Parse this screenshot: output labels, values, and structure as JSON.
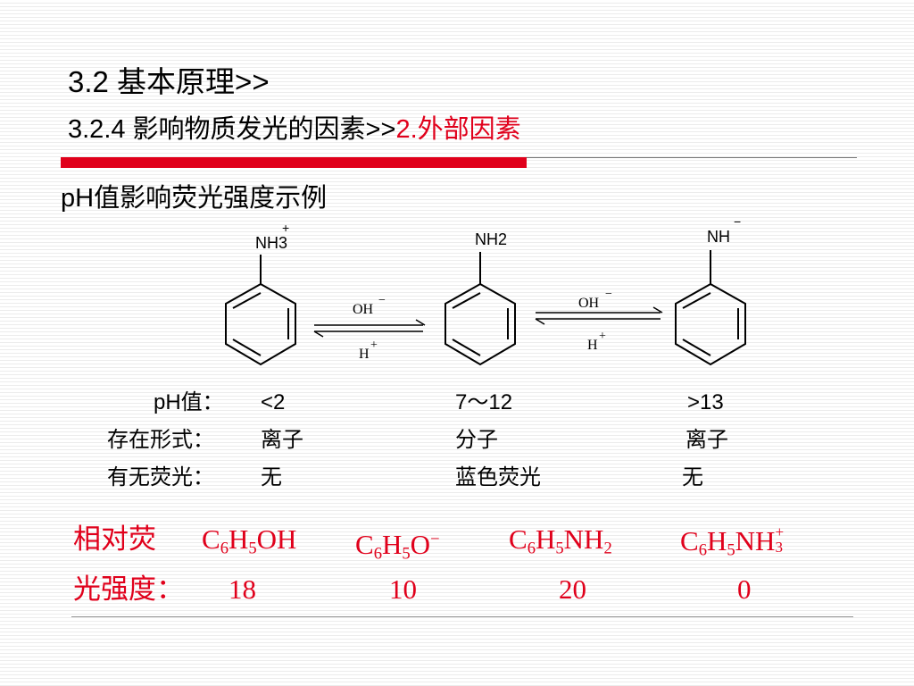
{
  "title": {
    "line1": "3.2 基本原理>>",
    "line2_prefix": "3.2.4 影响物质发光的因素>>",
    "line2_highlight": "2.外部因素"
  },
  "subtitle": "pH值影响荧光强度示例",
  "scheme": {
    "mol1_label": "NH3",
    "mol1_charge": "+",
    "mol2_label": "NH2",
    "mol3_label": "NH",
    "mol3_charge": "−",
    "arrow1_top": "OH",
    "arrow1_top_charge": "−",
    "arrow1_bottom": "H",
    "arrow1_bottom_charge": "+",
    "arrow2_top": "OH",
    "arrow2_top_charge": "−",
    "arrow2_bottom": "H",
    "arrow2_bottom_charge": "+"
  },
  "table": {
    "rows": [
      {
        "label": "pH值：",
        "c1": "<2",
        "c2": "7～12",
        "c3": ">13"
      },
      {
        "label": "存在形式：",
        "c1": "离子",
        "c2": "分子",
        "c3": "离子"
      },
      {
        "label": "有无荧光：",
        "c1": "无",
        "c2": "蓝色荧光",
        "c3": "无"
      }
    ]
  },
  "intensity": {
    "label_line1": "相对荧",
    "label_line2": "光强度：",
    "values": [
      "18",
      "10",
      "20",
      "0"
    ]
  },
  "colors": {
    "accent_red": "#e0001b",
    "text": "#000000"
  }
}
